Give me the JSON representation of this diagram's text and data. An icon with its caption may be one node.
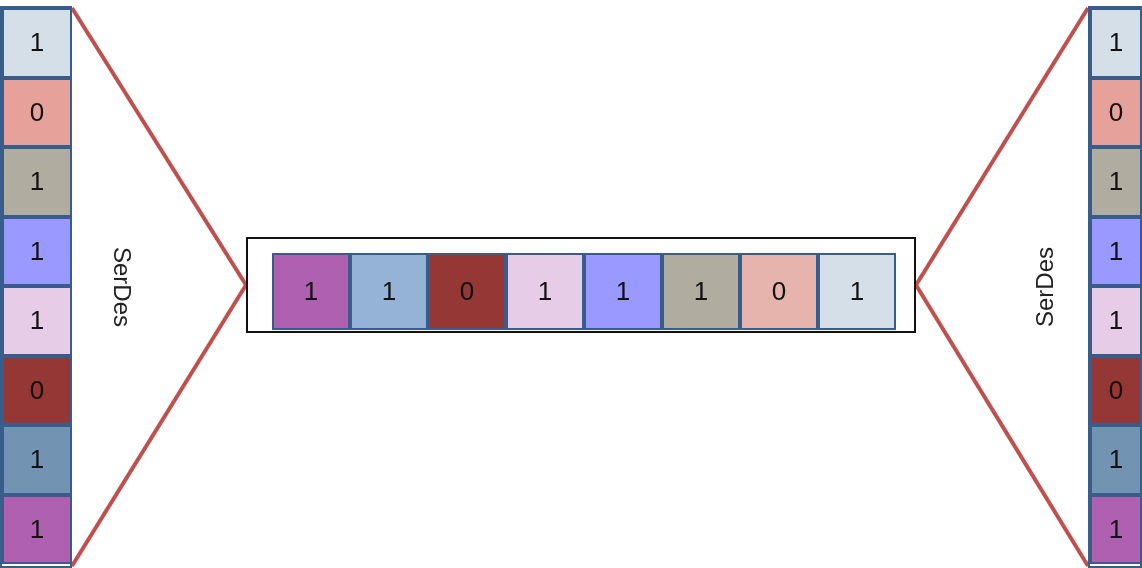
{
  "diagram": {
    "nodes": [
      {
        "text": [],
        "shape": "box"
      },
      {
        "text": [
          "1"
        ],
        "in": 0
      },
      {
        "text": [
          "0"
        ],
        "in": 0
      },
      {
        "text": [
          "1"
        ],
        "in": 0
      },
      {
        "text": [
          "1"
        ],
        "in": 0
      },
      {
        "text": [
          "1"
        ],
        "in": 0
      },
      {
        "text": [
          "0"
        ],
        "in": 0
      },
      {
        "text": [
          "1"
        ],
        "in": 0
      },
      {
        "text": [
          "1"
        ],
        "in": 0
      },
      {
        "text": [],
        "shape": "box"
      },
      {
        "text": [
          "1"
        ],
        "in": 9
      },
      {
        "text": [
          "1"
        ],
        "in": 9
      },
      {
        "text": [
          "0"
        ],
        "in": 9
      },
      {
        "text": [
          "1"
        ],
        "in": 9
      },
      {
        "text": [
          "1"
        ],
        "in": 9
      },
      {
        "text": [
          "1"
        ],
        "in": 9
      },
      {
        "text": [
          "0"
        ],
        "in": 9
      },
      {
        "text": [
          "1"
        ],
        "in": 9
      },
      {
        "text": [],
        "shape": "box"
      },
      {
        "text": [
          "1"
        ],
        "in": 18
      },
      {
        "text": [
          "0"
        ],
        "in": 18
      },
      {
        "text": [
          "1"
        ],
        "in": 18
      },
      {
        "text": [
          "1"
        ],
        "in": 18
      },
      {
        "text": [
          "1"
        ],
        "in": 18
      },
      {
        "text": [
          "0"
        ],
        "in": 18
      },
      {
        "text": [
          "1"
        ],
        "in": 18
      },
      {
        "text": [
          "1"
        ],
        "in": 18
      }
    ],
    "edges": [
      {
        "from": 0,
        "to": 9,
        "arrow": "none",
        "color": "#c0504d"
      },
      {
        "from": 0,
        "to": 9,
        "arrow": "none",
        "color": "#c0504d"
      },
      {
        "from": 9,
        "to": 18,
        "arrow": "none",
        "color": "#c0504d"
      },
      {
        "from": 9,
        "to": 18,
        "arrow": "none",
        "color": "#c0504d"
      }
    ],
    "labels": [
      "SerDes",
      "SerDes"
    ]
  }
}
